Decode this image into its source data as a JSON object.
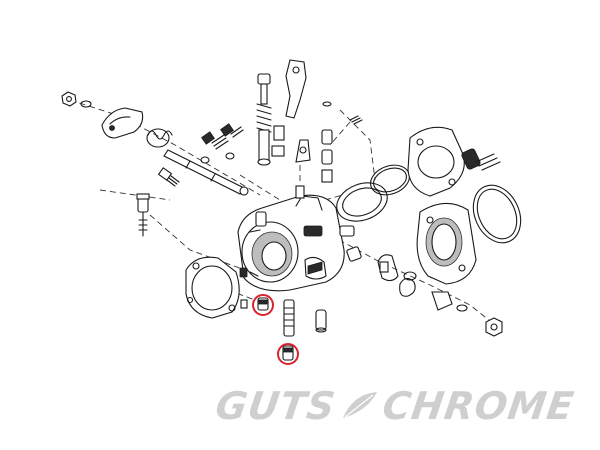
{
  "logo": {
    "word_left": "GUTS",
    "word_right": "CHROME",
    "color": "#cfcfcf"
  },
  "highlight": {
    "color": "#d9232d",
    "count": 2
  },
  "icons": [
    "feather-icon"
  ]
}
